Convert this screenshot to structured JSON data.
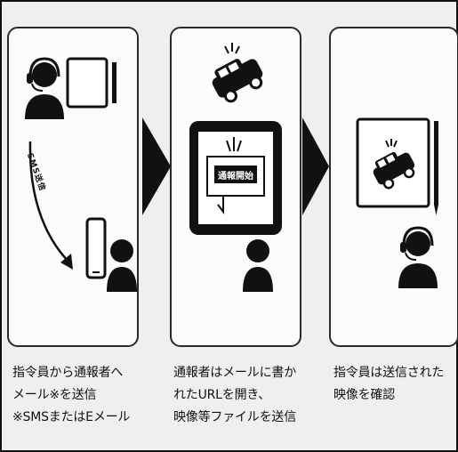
{
  "steps": [
    {
      "caption": "指令員から通報者へ\nメール※を送信\n※SMSまたはEメール",
      "arrow_label": "SMS送信"
    },
    {
      "caption": "通報者はメールに書か\nれたURLを開き、\n映像等ファイルを送信",
      "screen_label": "通報開始"
    },
    {
      "caption": "指令員は送信された\n映像を確認"
    }
  ],
  "colors": {
    "ink": "#111111",
    "panel_bg": "#fbfbfa",
    "page_bg": "#efefed"
  },
  "icons": [
    "operator-headset-icon",
    "monitor-icon",
    "smartphone-icon",
    "person-icon",
    "tablet-icon",
    "car-accident-icon",
    "pen-icon",
    "chevron-arrow-icon"
  ]
}
